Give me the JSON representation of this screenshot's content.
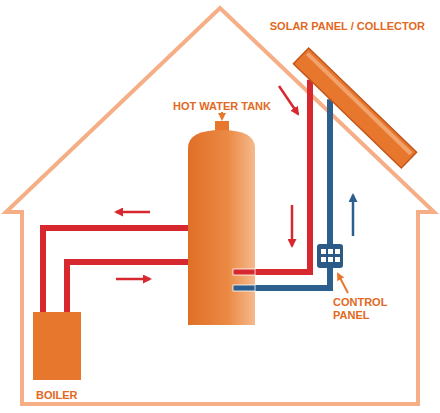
{
  "diagram": {
    "nodes": [
      {
        "text": [
          "SOLAR PANEL / COLLECTOR"
        ]
      },
      {
        "text": [
          "HOT WATER TANK"
        ]
      },
      {
        "text": [
          "CONTROL PANEL"
        ]
      },
      {
        "text": [
          "BOILER"
        ]
      }
    ],
    "edges": [
      {
        "from": 1,
        "to": 3,
        "arrow": "none"
      },
      {
        "from": 3,
        "to": 1,
        "arrow": "none"
      },
      {
        "from": 0,
        "to": 1,
        "arrow": "none"
      },
      {
        "from": 1,
        "to": 2,
        "arrow": "none"
      },
      {
        "from": 2,
        "to": 0,
        "arrow": "none"
      }
    ]
  }
}
